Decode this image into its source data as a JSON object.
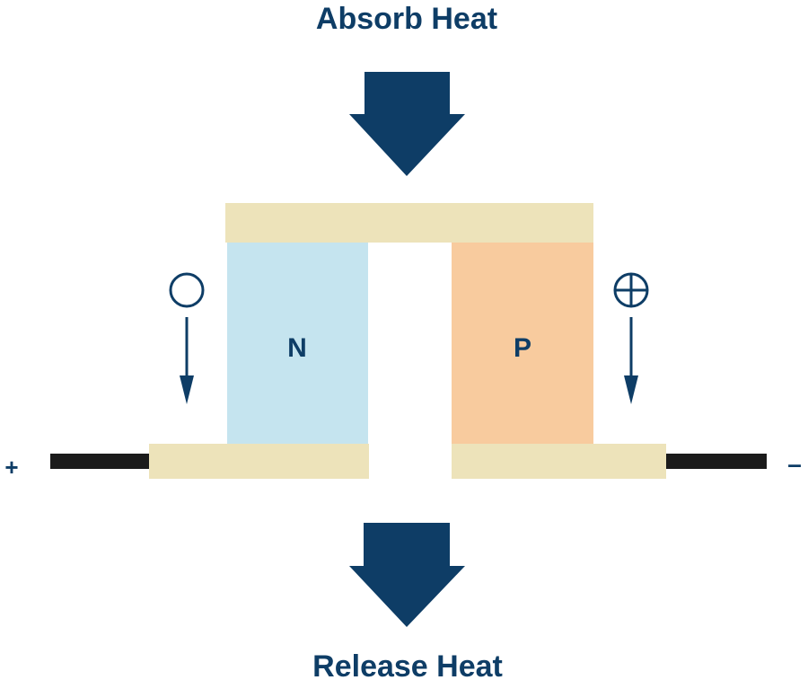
{
  "diagram": {
    "title_top": "Absorb Heat",
    "title_bottom": "Release Heat",
    "n_label": "N",
    "p_label": "P",
    "left_terminal": "+",
    "right_terminal": "–",
    "left_carrier_symbol": "electron-circle-icon",
    "right_carrier_symbol": "hole-circle-plus-icon"
  },
  "colors": {
    "navy": "#0e3d66",
    "plate": "#ede3ba",
    "n_material": "#c5e4ef",
    "p_material": "#f8cb9e",
    "wire": "#1b1b1b"
  }
}
